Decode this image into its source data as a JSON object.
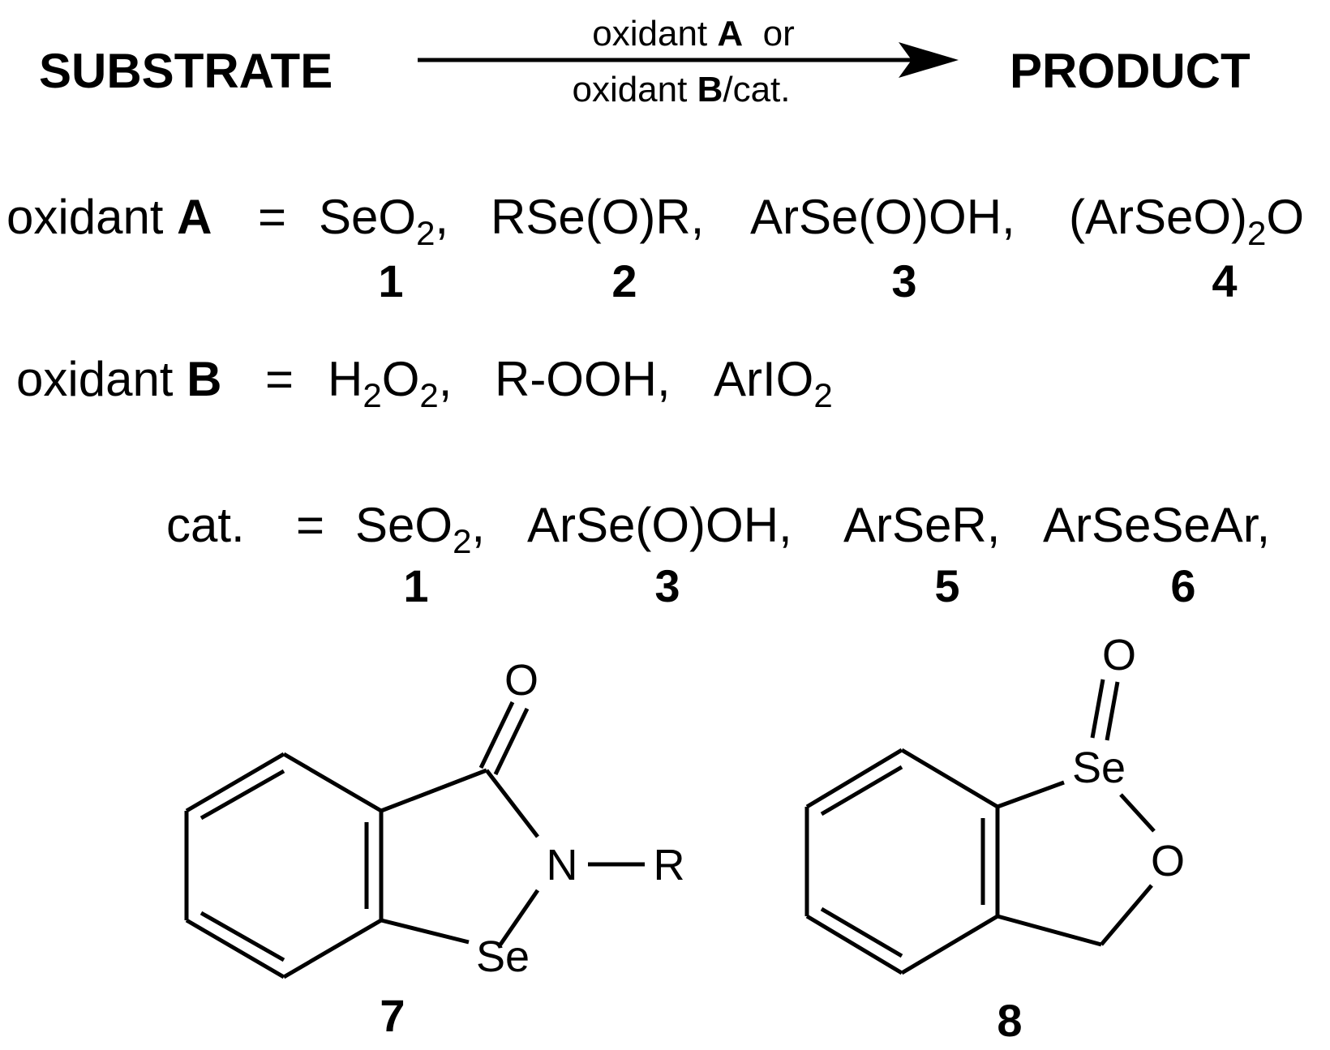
{
  "scheme": {
    "substrate": "SUBSTRATE",
    "product": "PRODUCT",
    "arrow_top": {
      "pre": "oxidant ",
      "bold": "A",
      "post": "  or"
    },
    "arrow_bottom": {
      "pre": "oxidant ",
      "bold": "B",
      "post": "/cat."
    }
  },
  "oxidant_a": {
    "label": "oxidant ",
    "label_bold": "A",
    "eq": "=",
    "compounds": [
      {
        "text": "SeO",
        "sub": "2",
        "tail": ",",
        "number": "1"
      },
      {
        "text": "RSe(O)R,",
        "number": "2"
      },
      {
        "text": "ArSe(O)OH,",
        "number": "3"
      },
      {
        "text": "(ArSeO)",
        "sub": "2",
        "tail": "O",
        "number": "4"
      }
    ]
  },
  "oxidant_b": {
    "label": "oxidant ",
    "label_bold": "B",
    "eq": "=",
    "h2o2": {
      "a": "H",
      "s1": "2",
      "b": "O",
      "s2": "2",
      "tail": ","
    },
    "rooh": "R-OOH,",
    "ario2": {
      "text": "ArIO",
      "sub": "2"
    }
  },
  "catalysts": {
    "label": "cat.",
    "eq": "=",
    "compounds": [
      {
        "text": "SeO",
        "sub": "2",
        "tail": ",",
        "number": "1"
      },
      {
        "text": "ArSe(O)OH,",
        "number": "3"
      },
      {
        "text": "ArSeR,",
        "number": "5"
      },
      {
        "text": "ArSeSeAr,",
        "number": "6"
      }
    ]
  },
  "structures": {
    "ebselen_type": {
      "number": "7",
      "atoms": {
        "O": "O",
        "N": "N",
        "R": "R",
        "Se": "Se"
      }
    },
    "cyclic_seleninate": {
      "number": "8",
      "atoms": {
        "O_top": "O",
        "Se": "Se",
        "O_ring": "O"
      }
    }
  }
}
